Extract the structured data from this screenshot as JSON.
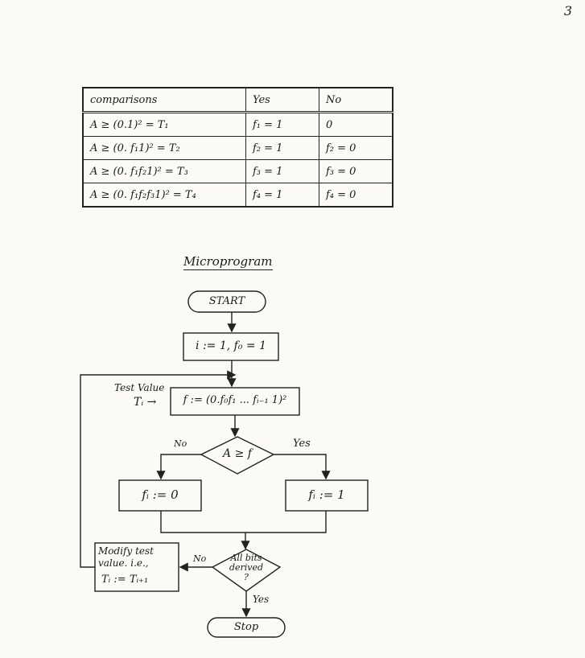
{
  "page_number": "3",
  "table": {
    "headers": [
      "comparisons",
      "Yes",
      "No"
    ],
    "rows": [
      [
        "A ≥ (0.1)² = T₁",
        "f₁ = 1",
        "0"
      ],
      [
        "A ≥ (0. f₁1)² = T₂",
        "f₂ = 1",
        "f₂ = 0"
      ],
      [
        "A ≥ (0. f₁f₂1)² = T₃",
        "f₃ = 1",
        "f₃ = 0"
      ],
      [
        "A ≥ (0. f₁f₂f₃1)² = T₄",
        "f₄ = 1",
        "f₄ = 0"
      ]
    ]
  },
  "microprogram": {
    "title": "Microprogram",
    "start": "START",
    "init": "i := 1, f₀ = 1",
    "test_value_label": "Test Value",
    "test_value_symbol": "Tᵢ →",
    "compute": "f := (0.f₀f₁ ... fᵢ₋₁ 1)²",
    "decision": "A ≥ f",
    "no_label": "No",
    "yes_label": "Yes",
    "assign_zero": "fᵢ := 0",
    "assign_one": "fᵢ := 1",
    "check_line1": "All bits",
    "check_line2": "derived",
    "check_line3": "?",
    "check_no": "No",
    "check_yes": "Yes",
    "modify_line1": "Modify test",
    "modify_line2": "value. i.e.,",
    "modify_line3": "Tᵢ := Tᵢ₊₁",
    "stop": "Stop"
  }
}
